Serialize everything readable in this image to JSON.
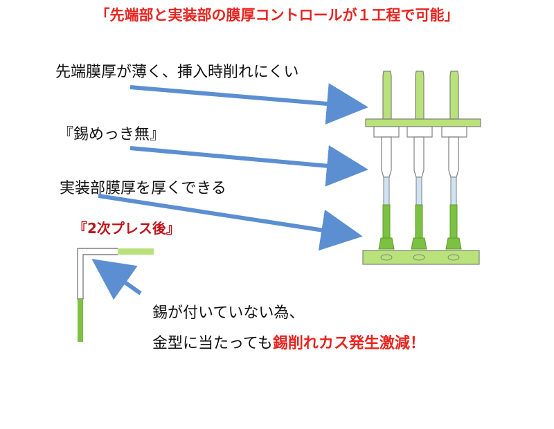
{
  "title": "「先端部と実装部の膜厚コントロールが１工程で可能」",
  "labels": {
    "tip": "先端膜厚が薄く、挿入時削れにくい",
    "no_tin": "『錫めっき無』",
    "mount": "実装部膜厚を厚くできる",
    "after_press": "『2次プレス後』"
  },
  "note": {
    "line1": "錫が付いていない為、",
    "line2_prefix": "金型に当たっても",
    "line2_accent": "錫削れカス発生激減！"
  },
  "colors": {
    "accent_red": "#e8231f",
    "dark_red": "#c0141a",
    "arrow_blue": "#5b8fd1",
    "plating_green": "#b9e27a",
    "green_dark": "#7cc142",
    "outline_gray": "#7f7f7f"
  },
  "icons": [
    "pin-assembly-illustration",
    "bent-pin-illustration",
    "blue-arrow-icon"
  ]
}
